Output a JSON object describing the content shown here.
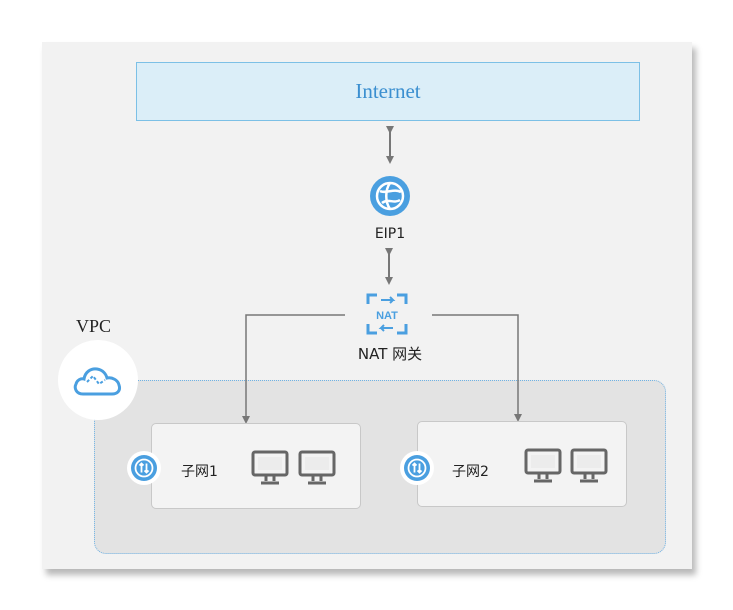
{
  "internet": {
    "label": "Internet"
  },
  "eip": {
    "label": "EIP1",
    "icon": "globe-icon"
  },
  "nat": {
    "label": "NAT 网关",
    "badge": "NAT",
    "icon": "nat-gateway-icon"
  },
  "vpc": {
    "label": "VPC",
    "icon": "cloud-icon"
  },
  "subnets": [
    {
      "label": "子网1",
      "icon": "subnet-router-icon",
      "hosts": [
        "monitor-icon",
        "monitor-icon"
      ]
    },
    {
      "label": "子网2",
      "icon": "subnet-router-icon",
      "hosts": [
        "monitor-icon",
        "monitor-icon"
      ]
    }
  ],
  "colors": {
    "accent": "#3b8fd0",
    "icon_blue": "#4a9fe0",
    "line_gray": "#777777",
    "panel_bg": "#f2f2f2",
    "vpc_bg": "#e3e3e3",
    "internet_bg": "#dbeef8"
  }
}
